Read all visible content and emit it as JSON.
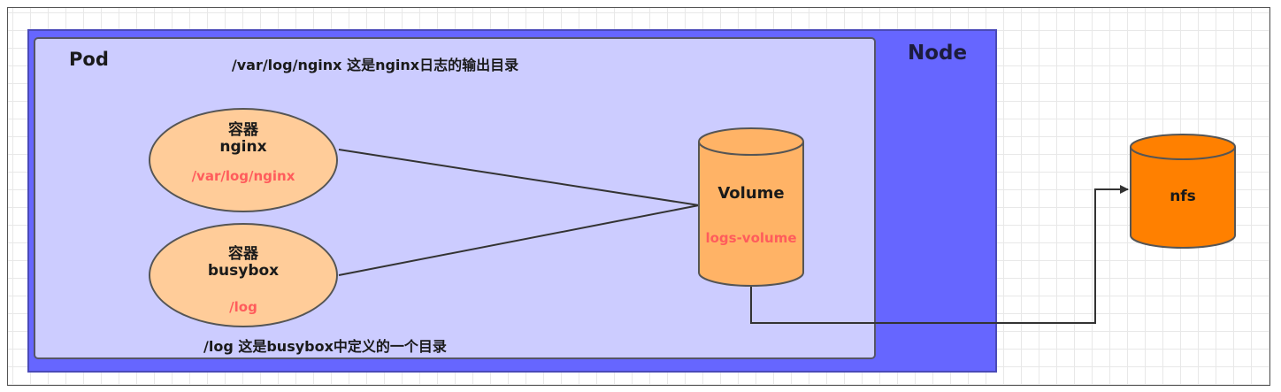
{
  "node": {
    "label": "Node"
  },
  "pod": {
    "label": "Pod",
    "note_top": "/var/log/nginx 这是nginx日志的输出目录",
    "note_bottom": "/log 这是busybox中定义的一个目录"
  },
  "containers": [
    {
      "title": "容器",
      "name": "nginx",
      "path": "/var/log/nginx"
    },
    {
      "title": "容器",
      "name": "busybox",
      "path": "/log"
    }
  ],
  "volume": {
    "label": "Volume",
    "name": "logs-volume"
  },
  "nfs": {
    "label": "nfs"
  },
  "colors": {
    "node_fill": "#6666ff",
    "pod_fill": "#ccccff",
    "container_fill": "#ffcc99",
    "volume_fill": "#ffb366",
    "nfs_fill": "#ff8000",
    "path_text": "#ff5c5c"
  }
}
